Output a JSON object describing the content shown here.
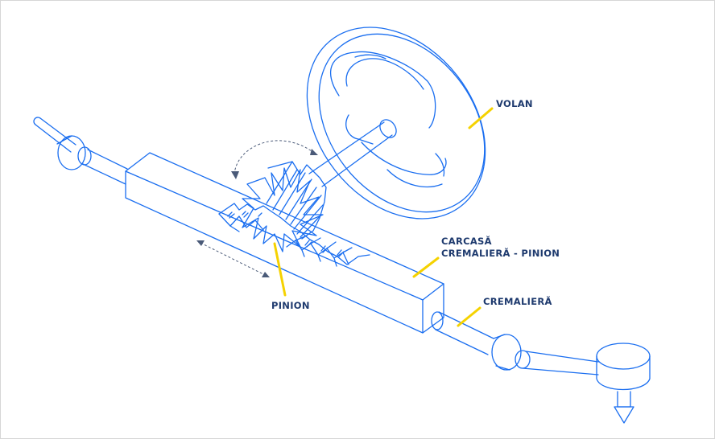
{
  "labels": {
    "volan": "VOLAN",
    "carcasa_line1": "CARCASĂ",
    "carcasa_line2": "CREMALIERĂ - PINION",
    "cremaliera": "CREMALIERĂ",
    "pinion": "PINION"
  },
  "colors": {
    "stroke": "#1a6ef0",
    "leader": "#f5d200",
    "label_text": "#1e3a6e",
    "arrow": "#4a5a78",
    "background": "#ffffff"
  }
}
